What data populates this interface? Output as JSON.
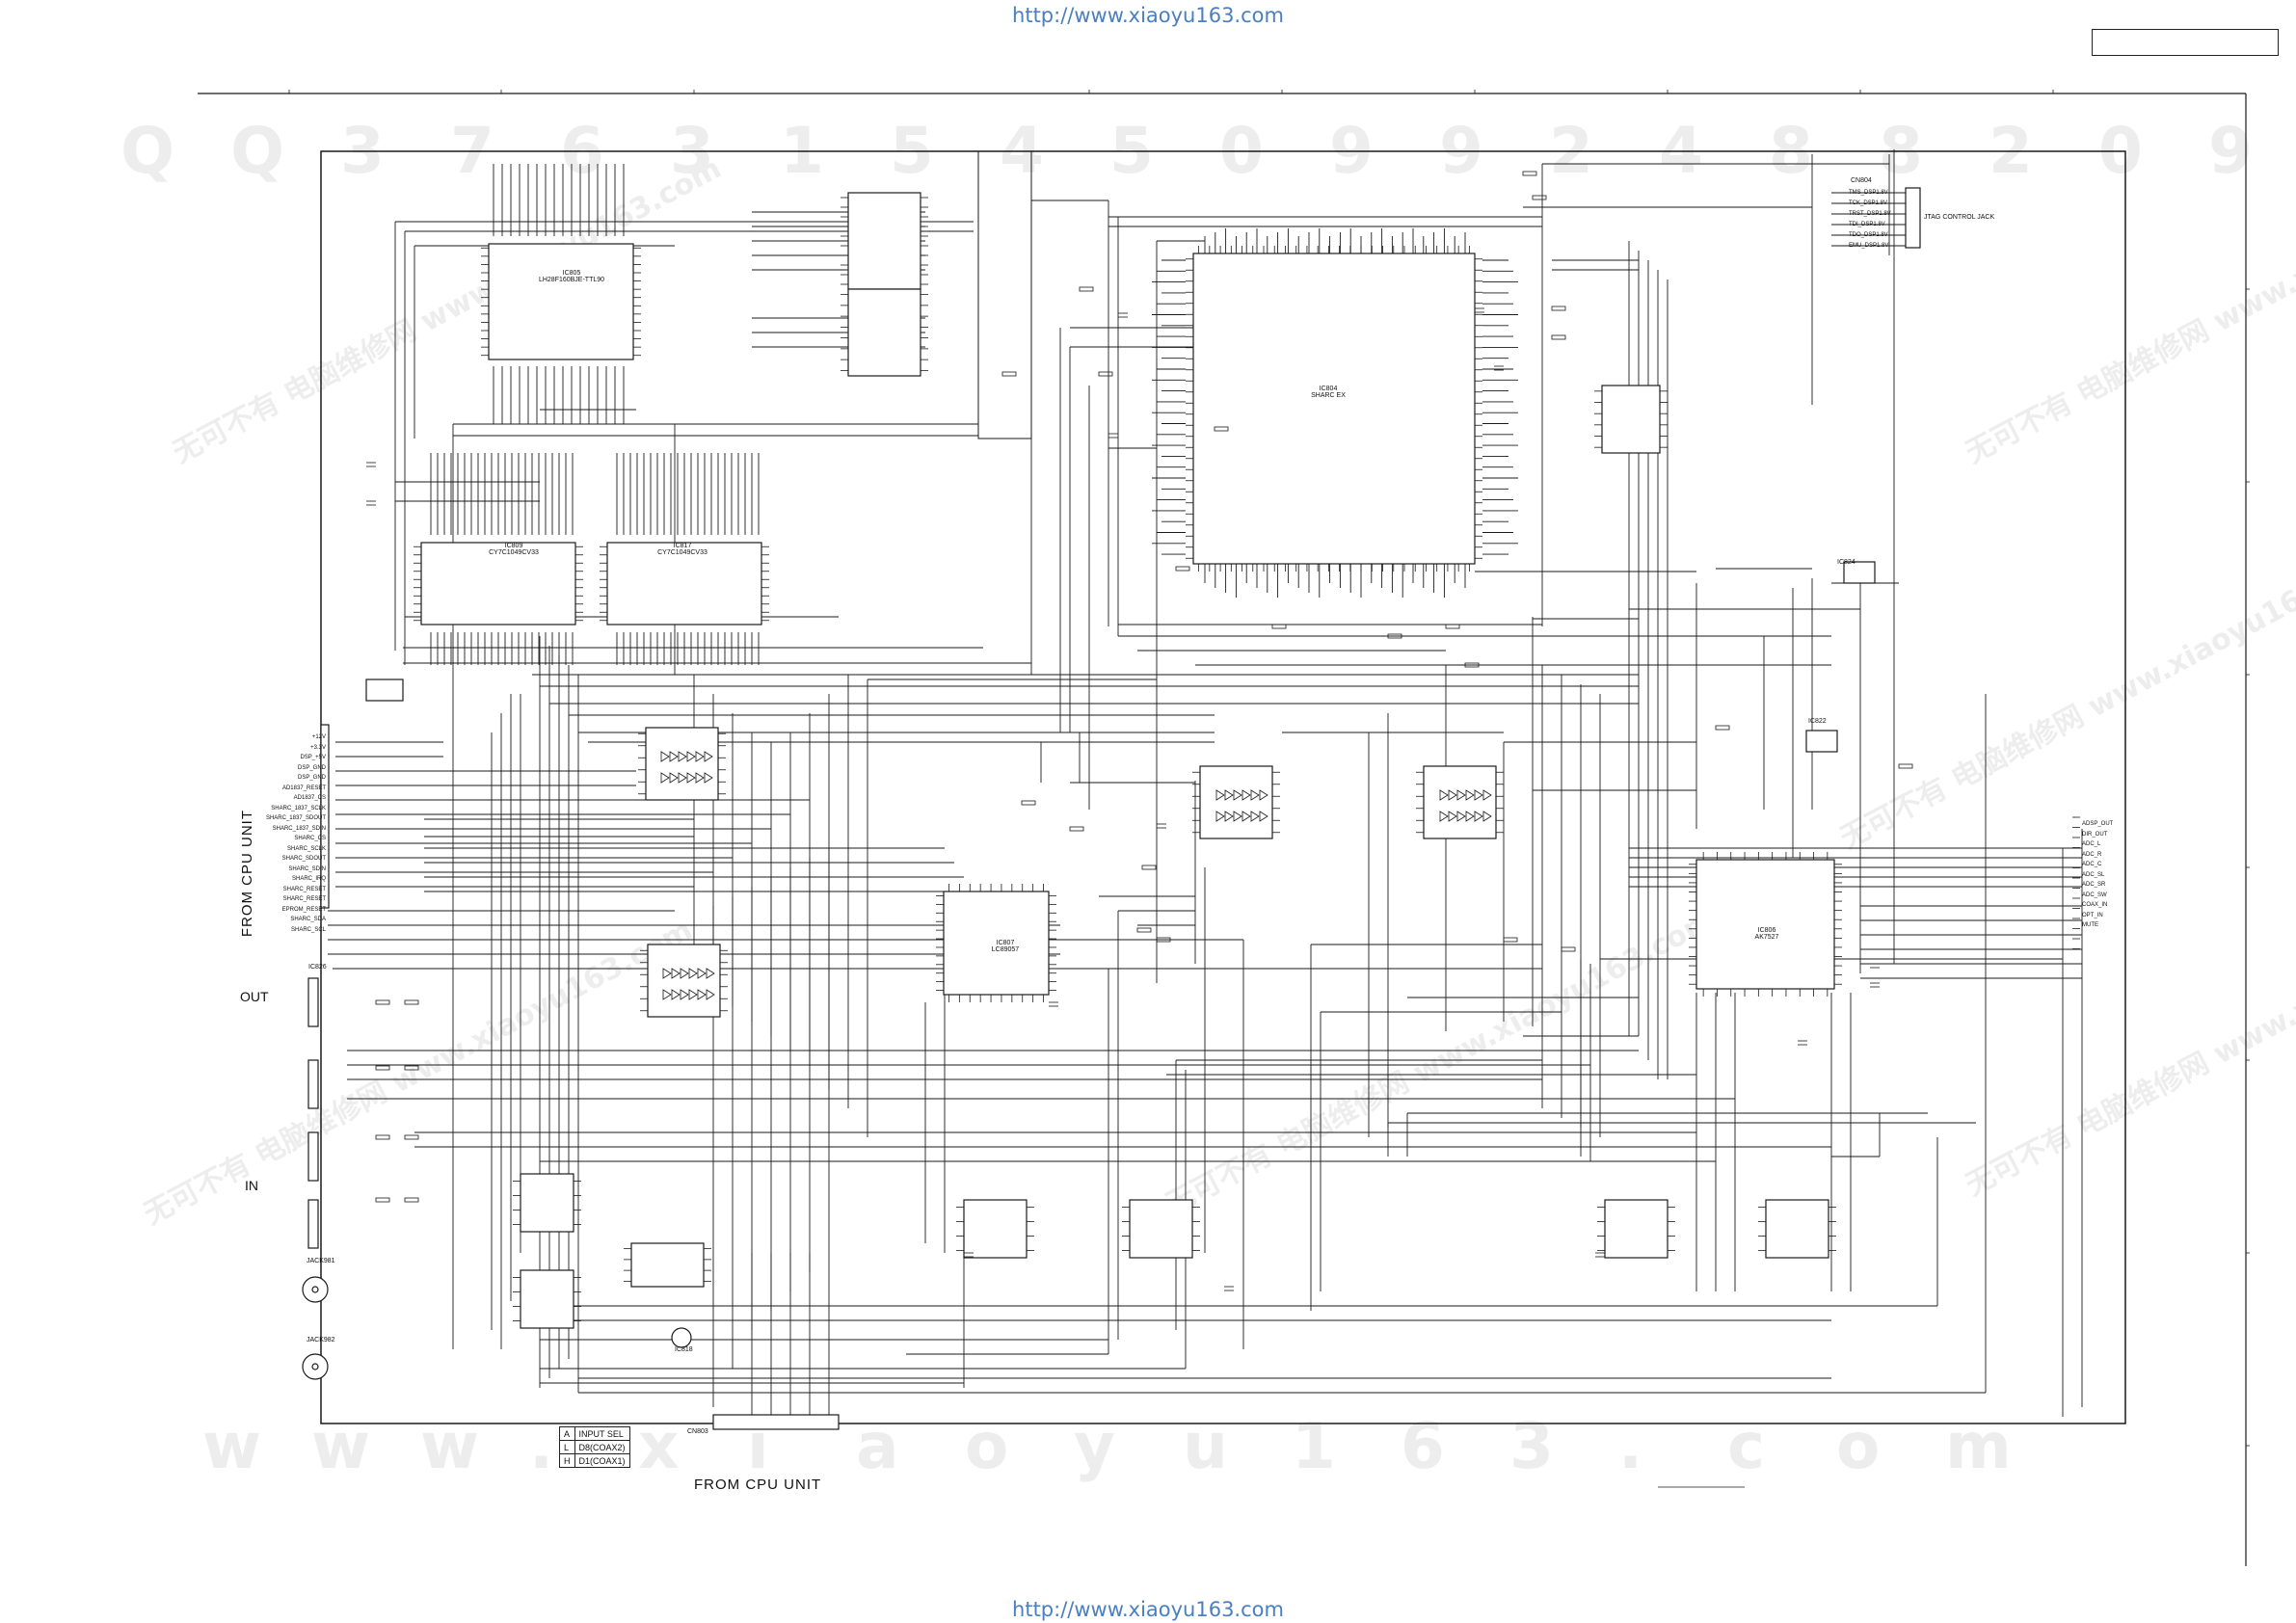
{
  "header": {
    "top_url": "http://www.xiaoyu163.com",
    "bottom_url": "http://www.xiaoyu163.com"
  },
  "watermarks": {
    "top_row": [
      "Q",
      "Q",
      "3",
      "7",
      "6",
      "3",
      "1",
      "5",
      "4",
      "5",
      "0",
      "9",
      "9",
      "2",
      "4",
      "8",
      "8",
      "2",
      "0",
      "9"
    ],
    "bottom_row": [
      "w",
      "w",
      "w",
      ".",
      "x",
      "i",
      "a",
      "o",
      "y",
      "u",
      "1",
      "6",
      "3",
      ".",
      "c",
      "o",
      "m"
    ],
    "rotated": [
      "无可不有 电脑维修网 www.xiaoyu163.com",
      "无可不有 电脑维修网 www.xiaoyu163.com",
      "无可不有 电脑维修网 www.xiaoyu163.com"
    ]
  },
  "labels": {
    "from_cpu_unit_left": "FROM CPU UNIT",
    "from_cpu_unit_bottom": "FROM CPU UNIT",
    "out": "OUT",
    "in": "IN",
    "jtag": "JTAG CONTROL JACK"
  },
  "components": {
    "ic_sharc": {
      "ref": "IC804",
      "name": "SHARC EX"
    },
    "ic_cs": {
      "ref": "IC807",
      "name": "LC89057"
    },
    "ic_adc": {
      "ref": "IC806",
      "name": "AK7527"
    },
    "ic_flash": {
      "ref": "IC805",
      "name": "LH28F160BJE-TTL90"
    },
    "ic_sram1": {
      "ref": "IC809",
      "name": "CY7C1049CV33"
    },
    "ic_sram2": {
      "ref": "IC817",
      "name": "CY7C1049CV33"
    },
    "cn_jtag": "CN804",
    "cn_bottom": "CN803",
    "jack1": "JACK981",
    "jack2": "JACK982",
    "ic826": "IC826",
    "ic822": "IC822",
    "ic824": "IC824",
    "ic818": "IC818"
  },
  "left_signals": [
    "+12V",
    "+3.3V",
    "DSP_+5V",
    "DSP_GND",
    "DSP_GND",
    "AD1837_RESET",
    "AD1837_CS",
    "SHARC_1837_SCLK",
    "SHARC_1837_SDOUT",
    "SHARC_1837_SDIN",
    "SHARC_CS",
    "SHARC_SCLK",
    "SHARC_SDOUT",
    "SHARC_SDIN",
    "SHARC_IRQ",
    "SHARC_RESET",
    "SHARC_RESET",
    "EPROM_RESET",
    "SHARC_SDA",
    "SHARC_SCL"
  ],
  "right_signals": [
    "ADSP_OUT",
    "DIR_OUT",
    "ADC_L",
    "ADC_R",
    "ADC_C",
    "ADC_SL",
    "ADC_SR",
    "ADC_SW",
    "COAX_IN",
    "OPT_IN",
    "MUTE"
  ],
  "jtag_pins": [
    "TMS_DSP1.8V",
    "TCK_DSP1.8V",
    "TRST_DSP1.8V",
    "TDI_DSP1.8V",
    "TDO_DSP1.8V",
    "EMU_DSP1.8V"
  ],
  "input_sel": {
    "rows": [
      {
        "key": "A",
        "value": "INPUT SEL"
      },
      {
        "key": "L",
        "value": "D8(COAX2)"
      },
      {
        "key": "H",
        "value": "D1(COAX1)"
      }
    ]
  },
  "colors": {
    "line": "#1a1a1a",
    "watermark": "#ededed",
    "url": "#4a7fc1"
  }
}
